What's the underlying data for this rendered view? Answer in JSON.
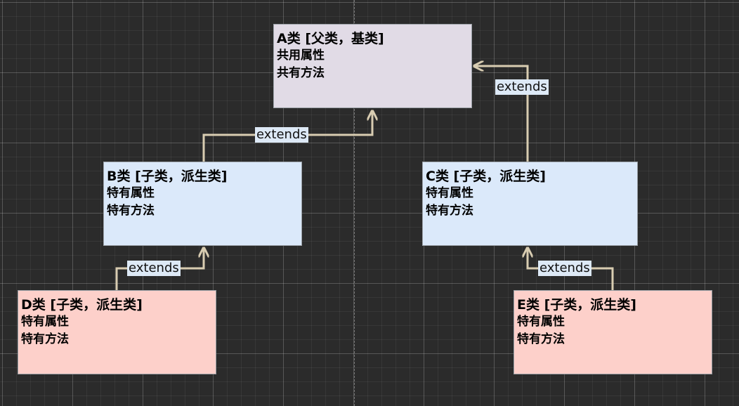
{
  "nodes": {
    "a": {
      "title": "A类 [父类，基类]",
      "line1": "共用属性",
      "line2": "共有方法",
      "fill": "#e1dbe6"
    },
    "b": {
      "title": "B类 [子类，派生类]",
      "line1": "特有属性",
      "line2": "特有方法",
      "fill": "#dbe9fa"
    },
    "c": {
      "title": "C类 [子类，派生类]",
      "line1": "特有属性",
      "line2": "特有方法",
      "fill": "#dbe9fa"
    },
    "d": {
      "title": "D类 [子类，派生类]",
      "line1": "特有属性",
      "line2": "特有方法",
      "fill": "#fdd0ca"
    },
    "e": {
      "title": "E类 [子类，派生类]",
      "line1": "特有属性",
      "line2": "特有方法",
      "fill": "#fdd0ca"
    }
  },
  "edges": {
    "b_to_a": {
      "label": "extends"
    },
    "c_to_a": {
      "label": "extends"
    },
    "d_to_b": {
      "label": "extends"
    },
    "e_to_c": {
      "label": "extends"
    }
  },
  "colors": {
    "connector": "#d8ccb1"
  }
}
